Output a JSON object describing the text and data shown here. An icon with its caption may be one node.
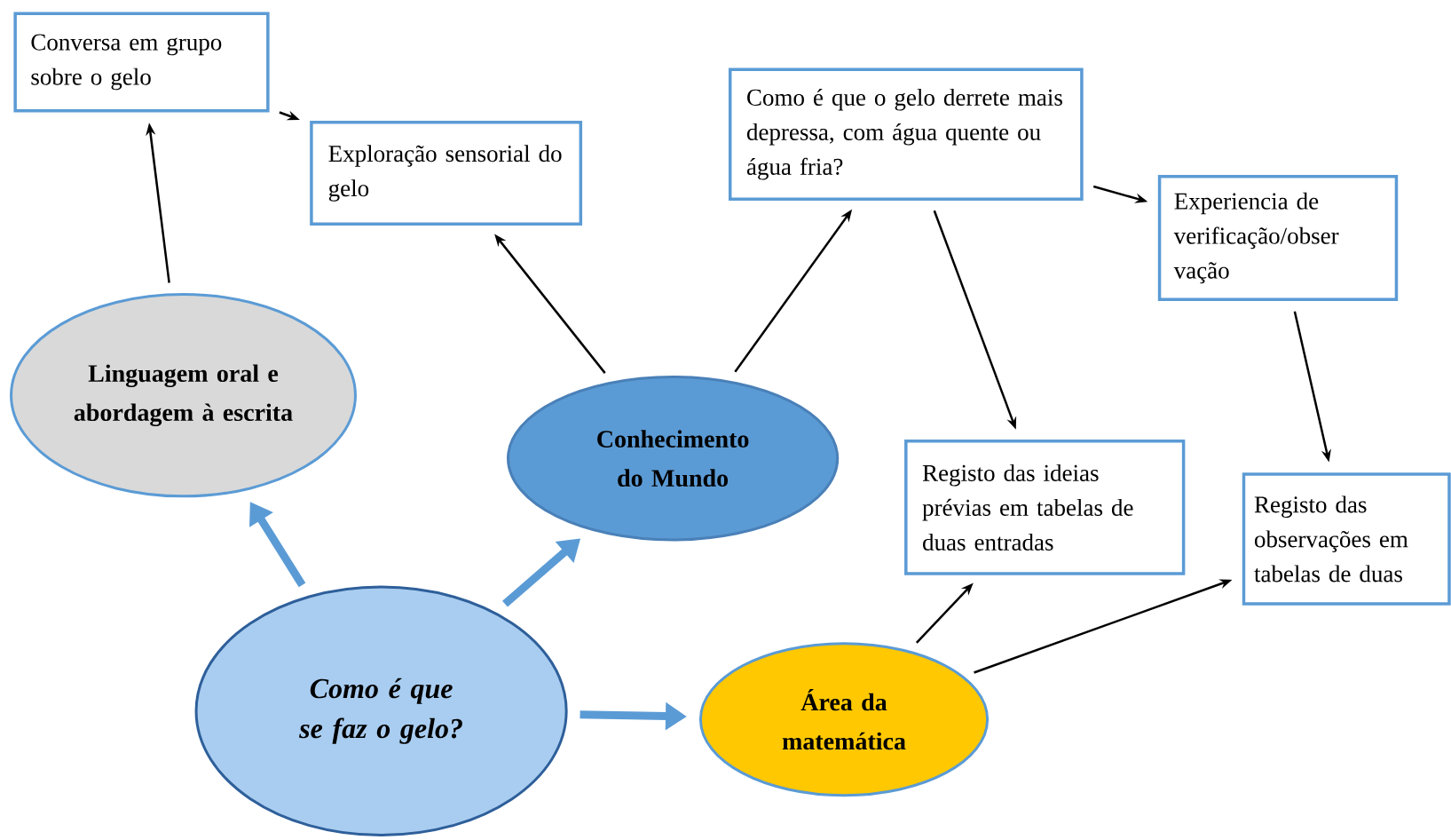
{
  "diagram": {
    "nodes": [
      {
        "text": [
          "Como é que se faz o gelo?"
        ]
      },
      {
        "text": [
          "Linguagem oral e abordagem à escrita"
        ]
      },
      {
        "text": [
          "Conhecimento do Mundo"
        ]
      },
      {
        "text": [
          "Área da matemática"
        ]
      },
      {
        "text": [
          "Conversa em grupo sobre o gelo"
        ]
      },
      {
        "text": [
          "Exploração sensorial do gelo"
        ]
      },
      {
        "text": [
          "Como é que o gelo derrete mais depressa, com água quente ou água fria?"
        ]
      },
      {
        "text": [
          "Experiencia de verificação/obser vação"
        ]
      },
      {
        "text": [
          "Registo das ideias prévias em tabelas de duas entradas"
        ]
      },
      {
        "text": [
          "Registo das observações em tabelas de duas"
        ]
      }
    ],
    "edges": [
      {
        "from": 0,
        "to": 1,
        "arrow": "to",
        "style": "thick",
        "color": "#5b9bd5"
      },
      {
        "from": 0,
        "to": 2,
        "arrow": "to",
        "style": "thick",
        "color": "#5b9bd5"
      },
      {
        "from": 0,
        "to": 3,
        "arrow": "to",
        "style": "thick",
        "color": "#5b9bd5"
      },
      {
        "from": 1,
        "to": 4,
        "arrow": "to"
      },
      {
        "from": 4,
        "to": 5,
        "arrow": "to"
      },
      {
        "from": 2,
        "to": 5,
        "arrow": "to"
      },
      {
        "from": 2,
        "to": 6,
        "arrow": "to"
      },
      {
        "from": 6,
        "to": 7,
        "arrow": "to"
      },
      {
        "from": 6,
        "to": 8,
        "arrow": "to"
      },
      {
        "from": 7,
        "to": 9,
        "arrow": "to"
      },
      {
        "from": 3,
        "to": 8,
        "arrow": "to"
      },
      {
        "from": 3,
        "to": 9,
        "arrow": "to"
      }
    ]
  }
}
